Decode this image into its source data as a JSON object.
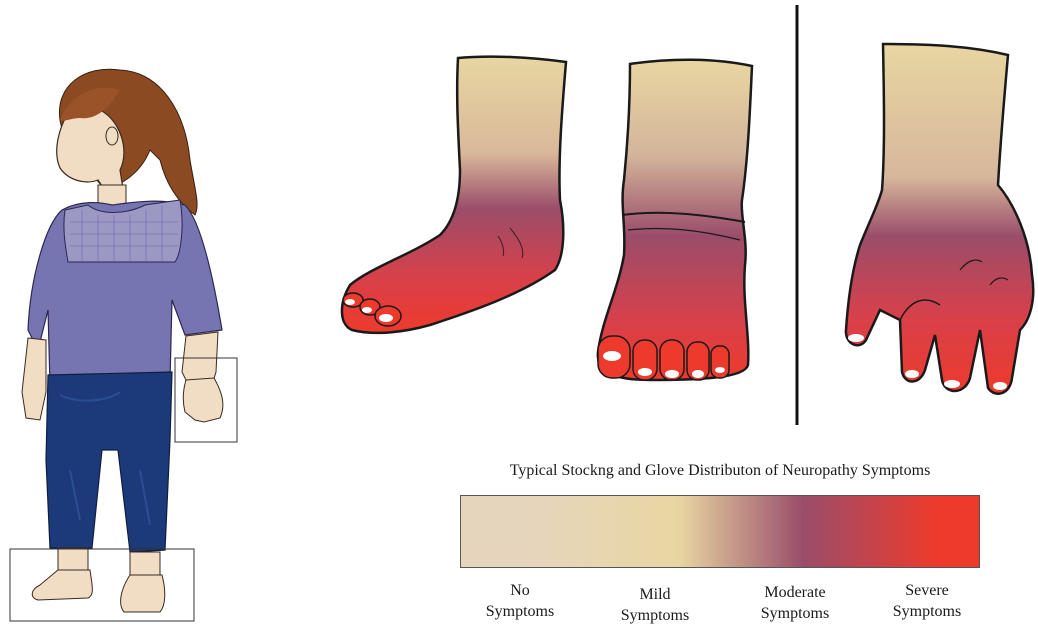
{
  "legend": {
    "title": "Typical Stockng and Glove Distributon of Neuropathy Symptoms",
    "levels": [
      {
        "label": "No\nSymptoms",
        "color": "#e6d5bd"
      },
      {
        "label": "Mild\nSymptoms",
        "color": "#e8d6a2"
      },
      {
        "label": "Moderate\nSymptoms",
        "color": "#9a4d6a"
      },
      {
        "label": "Severe\nSymptoms",
        "color": "#ee3a2c"
      }
    ]
  },
  "colors": {
    "skin": "#f1dcc4",
    "hair": "#8b4a22",
    "shirt": "#7774b2",
    "shirt_yoke": "#9b99c4",
    "jeans": "#1c3a7a",
    "outline": "#1a1a1a",
    "severe": "#ee3a2c",
    "moderate": "#9a4d6a",
    "mild": "#e8d6a2",
    "none": "#e6d5bd"
  }
}
